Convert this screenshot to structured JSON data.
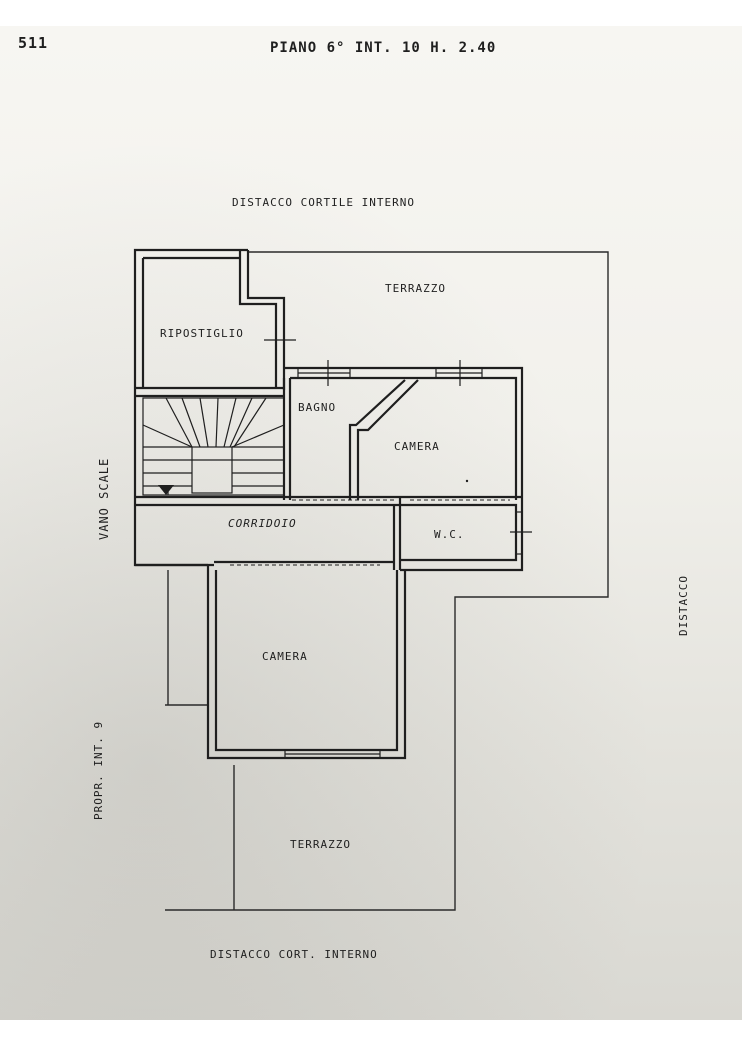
{
  "header": {
    "sheet_number": "511",
    "floor_info": "PIANO 6°   INT. 10   H. 2.40"
  },
  "labels": {
    "distacco_top": "DISTACCO CORTILE INTERNO",
    "terrazzo_top": "TERRAZZO",
    "ripostiglio": "RIPOSTIGLIO",
    "bagno": "BAGNO",
    "camera_upper": "CAMERA",
    "vano_scale": "VANO SCALE",
    "corridoio": "CORRIDOIO",
    "wc": "W.C.",
    "camera_lower": "CAMERA",
    "distacco_right": "DISTACCO",
    "propr_int": "PROPR. INT. 9",
    "terrazzo_bottom": "TERRAZZO",
    "distacco_bottom": "DISTACCO CORT. INTERNO"
  },
  "colors": {
    "ink": "#1f1f1f",
    "paper": "#f4f3ef"
  }
}
